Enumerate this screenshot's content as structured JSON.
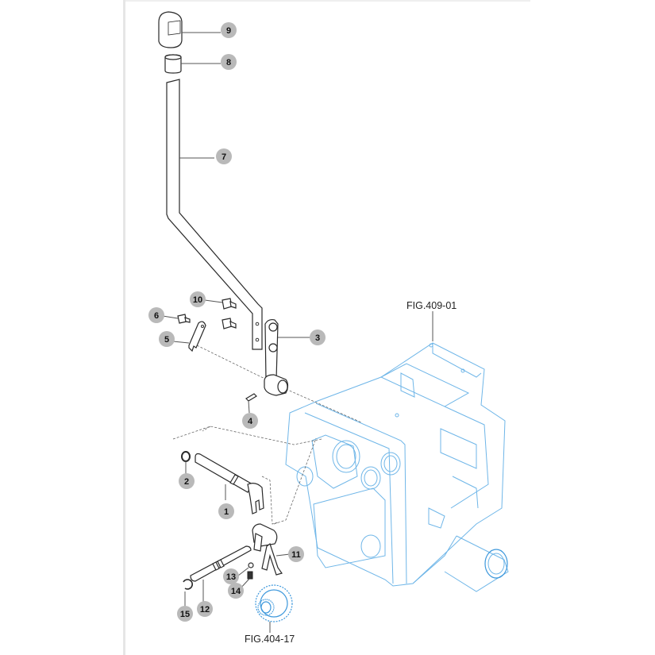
{
  "diagram": {
    "type": "exploded-parts-diagram",
    "colors": {
      "parts_line": "#2a2a2a",
      "housing_line": "#6fb6e8",
      "gear_line": "#3d98dc",
      "callout_bubble": "#b9b9b9",
      "frame": "#e6e6e6"
    },
    "callouts": [
      {
        "id": "c9",
        "label": "9",
        "part": "knob"
      },
      {
        "id": "c8",
        "label": "8",
        "part": "cap"
      },
      {
        "id": "c7",
        "label": "7",
        "part": "shift-lever"
      },
      {
        "id": "c10",
        "label": "10",
        "part": "bolt"
      },
      {
        "id": "c6",
        "label": "6",
        "part": "bolt"
      },
      {
        "id": "c5",
        "label": "5",
        "part": "plate"
      },
      {
        "id": "c3",
        "label": "3",
        "part": "lever-arm"
      },
      {
        "id": "c4",
        "label": "4",
        "part": "pin"
      },
      {
        "id": "c2",
        "label": "2",
        "part": "seal"
      },
      {
        "id": "c1",
        "label": "1",
        "part": "shift-shaft"
      },
      {
        "id": "c11",
        "label": "11",
        "part": "shift-fork"
      },
      {
        "id": "c13",
        "label": "13",
        "part": "ball"
      },
      {
        "id": "c14",
        "label": "14",
        "part": "spring"
      },
      {
        "id": "c12",
        "label": "12",
        "part": "fork-shaft"
      },
      {
        "id": "c15",
        "label": "15",
        "part": "snap-ring"
      }
    ],
    "references": [
      {
        "id": "ref-housing",
        "label": "FIG.409-01"
      },
      {
        "id": "ref-gear",
        "label": "FIG.404-17"
      }
    ]
  }
}
